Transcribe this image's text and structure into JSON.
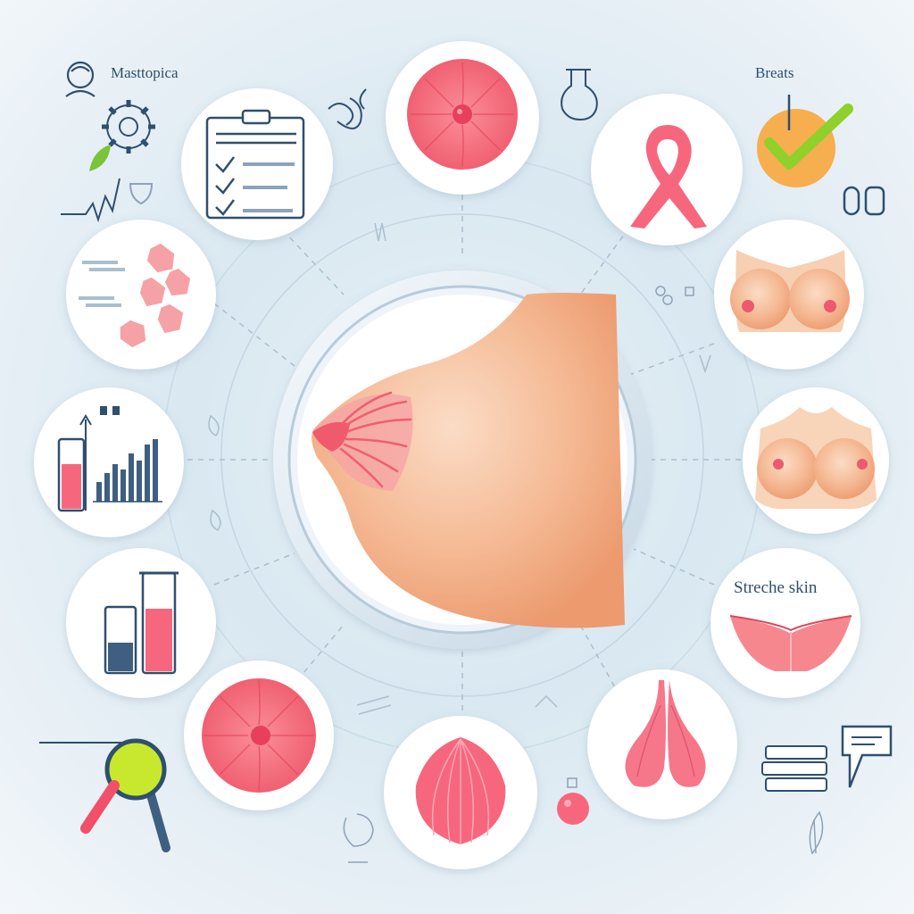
{
  "labels": {
    "mastopica": "Masttopica",
    "breats": "Breats",
    "streche_skin": "Streche skin"
  },
  "colors": {
    "background": "#dde9f1",
    "skin": "#f2b58e",
    "tissue_pink": "#f26f80",
    "accent_navy": "#2f4f6e",
    "check_green": "#8fd12a",
    "check_orange": "#f6a23c"
  },
  "center": {
    "icon": "breast-profile-illustration"
  },
  "nodes": [
    {
      "id": "checklist",
      "icon": "clipboard-checklist-icon"
    },
    {
      "id": "areola-top",
      "icon": "areola-texture-icon"
    },
    {
      "id": "ribbon",
      "icon": "pink-ribbon-icon"
    },
    {
      "id": "breasts-front",
      "icon": "breasts-front-icon"
    },
    {
      "id": "torso",
      "icon": "torso-breasts-icon"
    },
    {
      "id": "stretched-tissue",
      "icon": "stretched-skin-icon"
    },
    {
      "id": "glands",
      "icon": "mammary-glands-icon"
    },
    {
      "id": "lobe",
      "icon": "breast-lobe-icon"
    },
    {
      "id": "areola-bottom",
      "icon": "areola-closeup-icon"
    },
    {
      "id": "test-tubes",
      "icon": "test-tubes-icon"
    },
    {
      "id": "lab-chart",
      "icon": "lab-chart-icon"
    },
    {
      "id": "tissue-cells",
      "icon": "tissue-cells-icon"
    }
  ],
  "decorations": [
    "person-icon",
    "gear-icon",
    "leaf-icon",
    "heartbeat-line-icon",
    "link-icon",
    "flask-icon",
    "checkmark-icon",
    "toggle-icon",
    "magnifier-icon",
    "documents-icon",
    "speech-bubble-icon",
    "potion-icon"
  ]
}
